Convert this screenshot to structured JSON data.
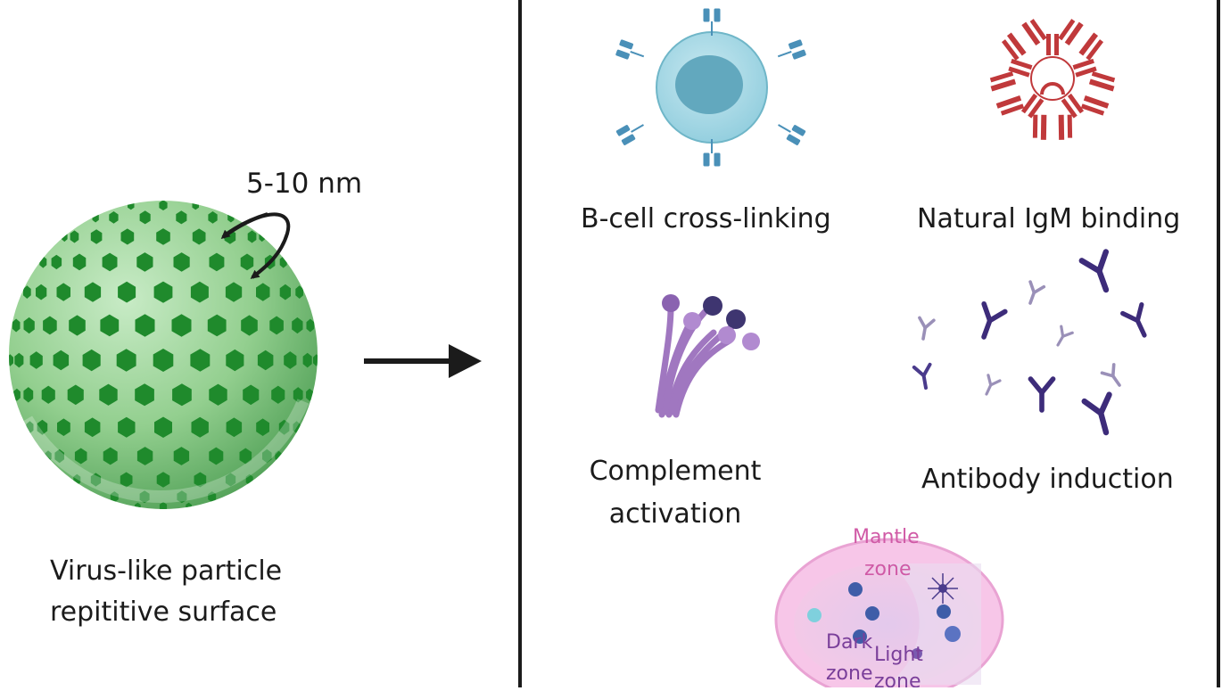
{
  "labels": {
    "particle_size": "5-10 nm",
    "vlp_caption_line1": "Virus-like particle",
    "vlp_caption_line2": "repititive surface",
    "bcell_caption": "B-cell cross-linking",
    "igm_caption": "Natural IgM binding",
    "complement_caption_line1": "Complement",
    "complement_caption_line2": "activation",
    "antibody_caption": "Antibody induction",
    "mantle_zone_line1": "Mantle",
    "mantle_zone_line2": "zone",
    "dark_zone_line1": "Dark",
    "dark_zone_line2": "zone",
    "light_zone_line1": "Light",
    "light_zone_line2": "zone"
  },
  "icons": [
    "virus-like-particle-icon",
    "b-cell-icon",
    "igm-pentamer-icon",
    "complement-c1q-icon",
    "antibody-cluster-icon",
    "germinal-center-icon"
  ],
  "colors": {
    "particle_light": "#8fcf8f",
    "particle_dot": "#1f8a2c",
    "bcell_body": "#9fd3e0",
    "bcell_antibody": "#4a90b8",
    "igm": "#c0393b",
    "complement": "#a077c0",
    "antibody": "#3d2c7a",
    "germinal_outer": "#f3bde0",
    "germinal_text": "#d05aa6"
  }
}
